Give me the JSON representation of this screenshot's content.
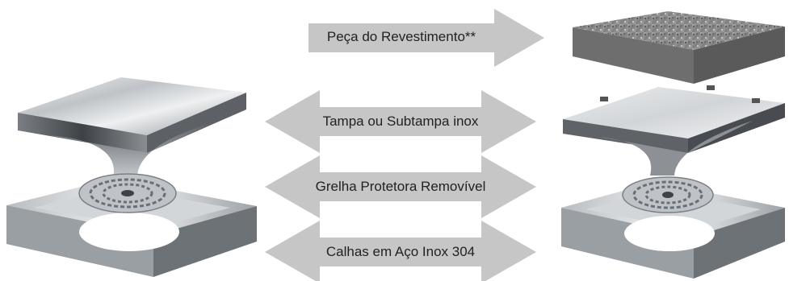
{
  "labels": {
    "coating": "Peça do Revestimento**",
    "lid": "Tampa ou Subtampa inox",
    "grate": "Grelha Protetora Removível",
    "gutter": "Calhas em Aço Inox 304"
  },
  "colors": {
    "arrow": "#c6c6c6",
    "steel_light": "#e4e6e8",
    "steel_dark": "#6f7378",
    "stone": "#8d8d8d"
  },
  "icons": {
    "left_product": "drain-assembly-steel-lid-icon",
    "right_product": "drain-assembly-tiled-lid-icon"
  }
}
